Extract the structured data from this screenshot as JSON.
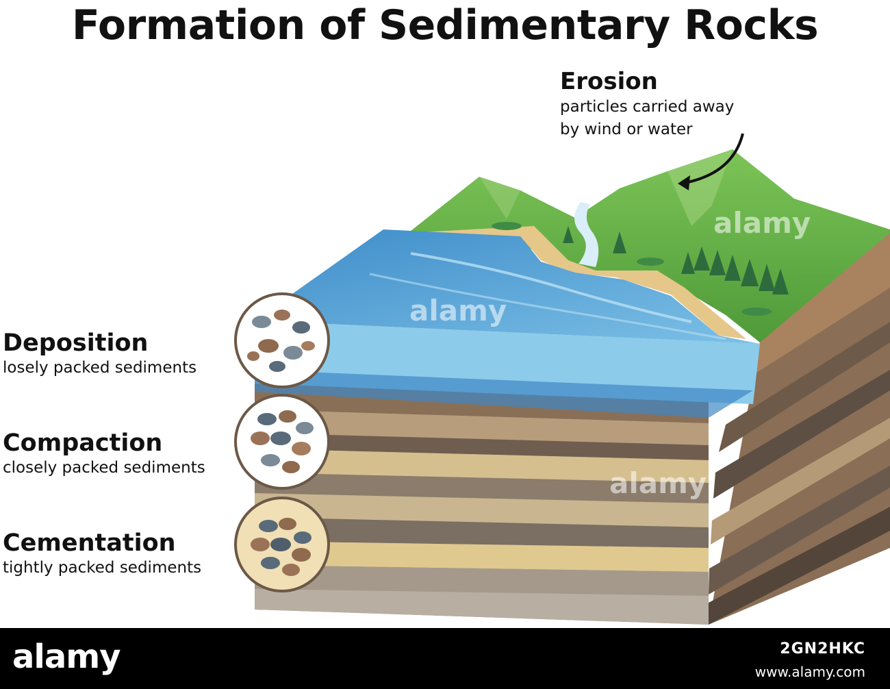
{
  "title": "Formation of Sedimentary Rocks",
  "stages": {
    "erosion": {
      "name": "Erosion",
      "desc_line1": "particles carried away",
      "desc_line2": "by wind or water"
    },
    "deposition": {
      "name": "Deposition",
      "desc": "losely packed sediments"
    },
    "compaction": {
      "name": "Compaction",
      "desc": "closely packed sediments"
    },
    "cementation": {
      "name": "Cementation",
      "desc": "tightly packed sediments"
    }
  },
  "watermark": "alamy",
  "footer": {
    "brand": "alamy",
    "image_id": "2GN2HKC",
    "url": "www.alamy.com"
  },
  "colors": {
    "water_top": "#5aa6d8",
    "water_side": "#8ccbe9",
    "grass": "#6fbe4a",
    "sand": "#e8c98a",
    "rock_brown": "#9a7a5c",
    "rock_grey": "#9a9287"
  }
}
